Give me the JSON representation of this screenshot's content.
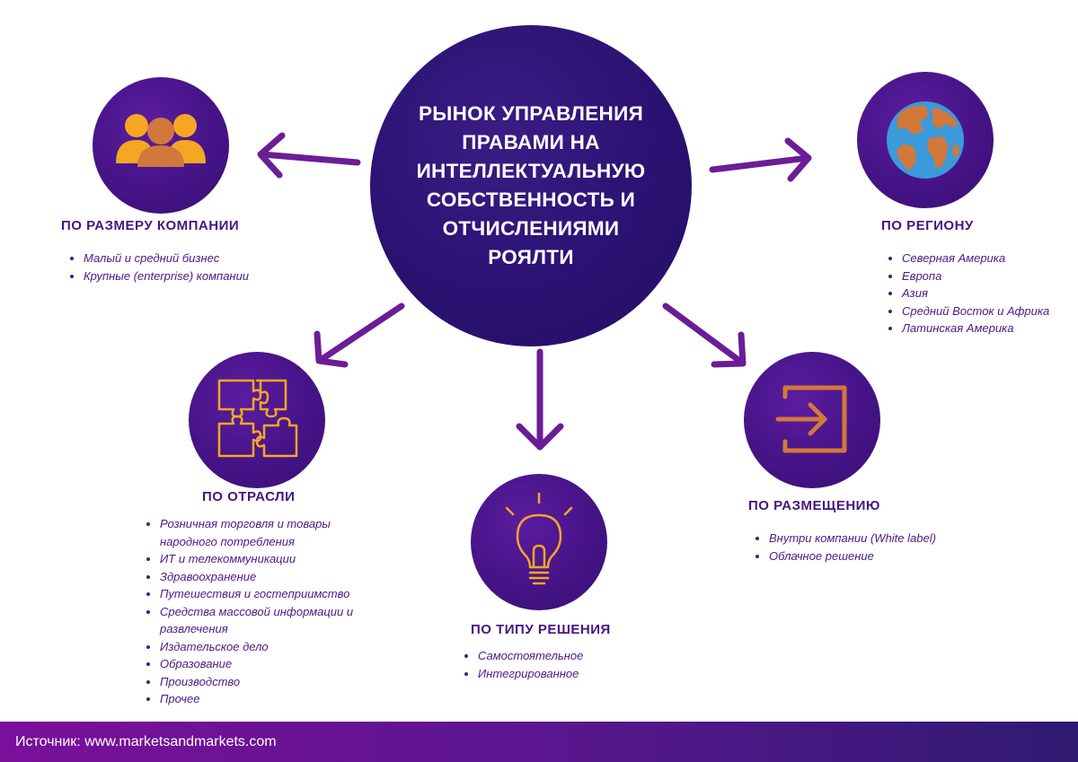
{
  "center": {
    "title": "РЫНОК УПРАВЛЕНИЯ ПРАВАМИ НА ИНТЕЛЛЕКТУАЛЬНУЮ СОБСТВЕННОСТЬ И ОТЧИСЛЕНИЯМИ РОЯЛТИ"
  },
  "segments": {
    "company_size": {
      "title": "ПО РАЗМЕРУ КОМПАНИИ",
      "icon": "people-group-icon",
      "items": [
        "Малый и средний бизнес",
        "Крупные (enterprise) компании"
      ]
    },
    "region": {
      "title": "ПО РЕГИОНУ",
      "icon": "globe-icon",
      "items": [
        "Северная Америка",
        "Европа",
        "Азия",
        "Средний Восток и Африка",
        "Латинская Америка"
      ]
    },
    "industry": {
      "title": "ПО ОТРАСЛИ",
      "icon": "puzzle-icon",
      "items": [
        "Розничная торговля и товары народного потребления",
        "ИТ и телекоммуникации",
        "Здравоохранение",
        "Путешествия и гостеприимство",
        "Средства массовой информации и развлечения",
        "Издательское дело",
        "Образование",
        "Производство",
        "Прочее"
      ]
    },
    "solution_type": {
      "title": "ПО ТИПУ РЕШЕНИЯ",
      "icon": "lightbulb-icon",
      "items": [
        "Самостоятельное",
        "Интегрированное"
      ]
    },
    "deployment": {
      "title": "ПО РАЗМЕЩЕНИЮ",
      "icon": "sign-in-icon",
      "items": [
        "Внутри компании (White label)",
        "Облачное решение"
      ]
    }
  },
  "colors": {
    "center": "#2a1170",
    "segment_circle": "#46127f",
    "accent": "#f5a623",
    "arrow": "#6b1d96",
    "text": "#4a1a86"
  },
  "footer": {
    "source": "Источник: www.marketsandmarkets.com"
  }
}
